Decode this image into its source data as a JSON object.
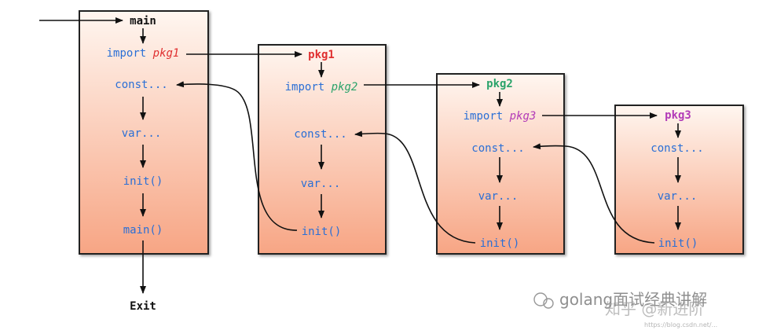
{
  "entry": {
    "main_label": "main",
    "import_keyword": "import",
    "imported_pkg": "pkg1",
    "const_label": "const...",
    "var_label": "var...",
    "init_label": "init()",
    "main_call_label": "main()",
    "exit_label": "Exit"
  },
  "packages": [
    {
      "name": "pkg1",
      "import_keyword": "import",
      "imports": "pkg2",
      "const_label": "const...",
      "var_label": "var...",
      "init_label": "init()"
    },
    {
      "name": "pkg2",
      "import_keyword": "import",
      "imports": "pkg3",
      "const_label": "const...",
      "var_label": "var...",
      "init_label": "init()"
    },
    {
      "name": "pkg3",
      "const_label": "const...",
      "var_label": "var...",
      "init_label": "init()"
    }
  ],
  "colors": {
    "keyword": "#2a6fd6",
    "pkg1": "#e03030",
    "pkg2": "#2aa36a",
    "pkg3": "#b23bb8",
    "box_top": "#fff6f0",
    "box_bottom": "#f7a584"
  },
  "watermark": {
    "text": "golang面试经典讲解",
    "subtext": "知乎 @新进阶",
    "url": "https://blog.csdn.net/..."
  }
}
